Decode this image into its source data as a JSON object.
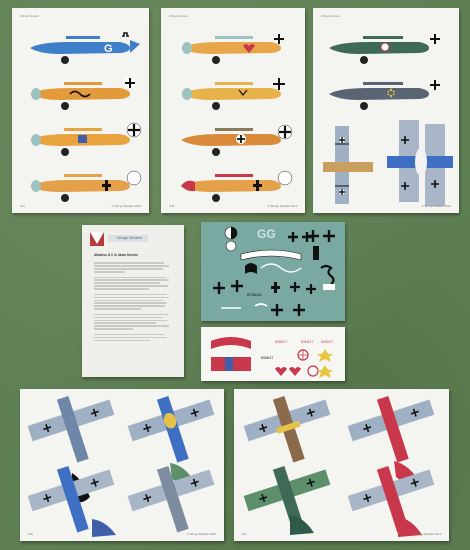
{
  "sheets": {
    "top_left": {
      "header": "Wings Models",
      "footer_left": "S-A",
      "footer_right": "© Wings Models 2013"
    },
    "top_mid": {
      "header": "Wings Models",
      "footer_left": "S-B",
      "footer_right": "© Wings Models 2013"
    },
    "top_right": {
      "header": "Wings Models",
      "footer_left": "",
      "footer_right": "© Wings Models 2013"
    },
    "instructions": {
      "brand": "Wings Models",
      "title": "Albatros D.V in Jasta Service"
    },
    "bottom_left": {
      "footer_left": "S-E",
      "footer_right": "© Wings Models 2013"
    },
    "bottom_right": {
      "footer_left": "S-F",
      "footer_right": "© Wings Models 2013"
    }
  },
  "decals": {
    "sheet1_serial": "8706/16",
    "sheet2_serials": [
      "8306/17",
      "8318/17",
      "8302/17"
    ]
  },
  "colors": {
    "background": "#5f7f54",
    "paper": "#f4f4f1",
    "decal_film": "#7aa9a2",
    "orange": "#e39a3b",
    "blue": "#3f7fc9",
    "green_camo": "#5d8f6a",
    "red": "#c8384a"
  }
}
